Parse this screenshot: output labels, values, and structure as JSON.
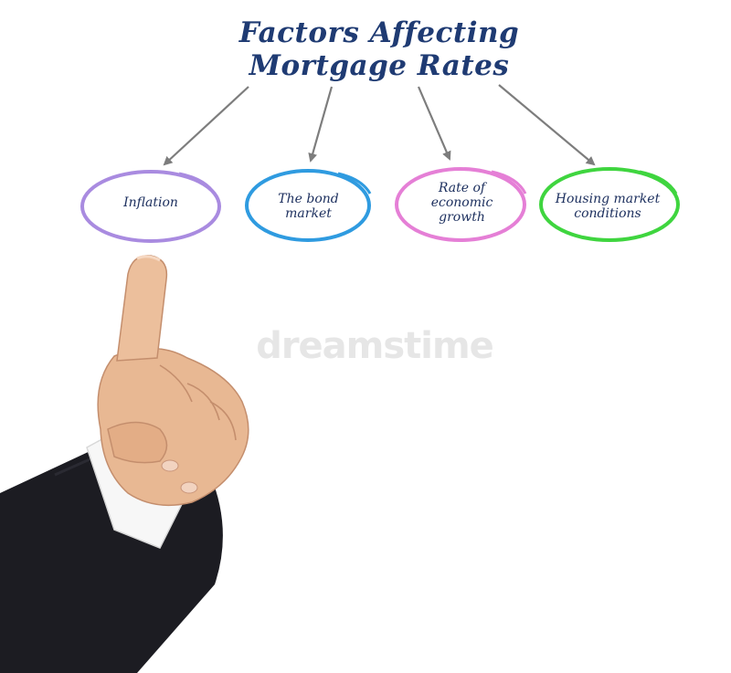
{
  "diagram": {
    "title_line1": "Factors Affecting",
    "title_line2": "Mortgage Rates",
    "nodes": [
      {
        "lines": [
          "Inflation"
        ],
        "color": "#a98be0"
      },
      {
        "lines": [
          "The bond",
          "market"
        ],
        "color": "#2f9be0"
      },
      {
        "lines": [
          "Rate of",
          "economic",
          "growth"
        ],
        "color": "#e57fd6"
      },
      {
        "lines": [
          "Housing market",
          "conditions"
        ],
        "color": "#3fd53f"
      }
    ],
    "arrow_color": "#7d7d7d"
  },
  "watermark_text": "dreamstime"
}
